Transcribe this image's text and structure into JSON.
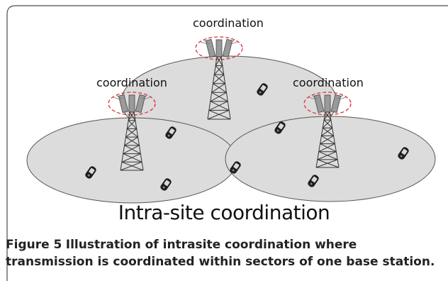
{
  "diagram": {
    "labels": {
      "top": "coordination",
      "left": "coordination",
      "right": "coordination"
    },
    "title": "Intra-site coordination"
  },
  "caption": {
    "label": "Figure 5",
    "text": "Illustration of intrasite coordination where transmission is coordinated within sectors of one base station."
  },
  "colors": {
    "cell_fill": "#dcdcdc",
    "cell_stroke": "#555555",
    "coordination_ring": "#e03030",
    "tower": "#333333",
    "antenna": "#9a9a9a",
    "frame": "#4a4a4a"
  }
}
